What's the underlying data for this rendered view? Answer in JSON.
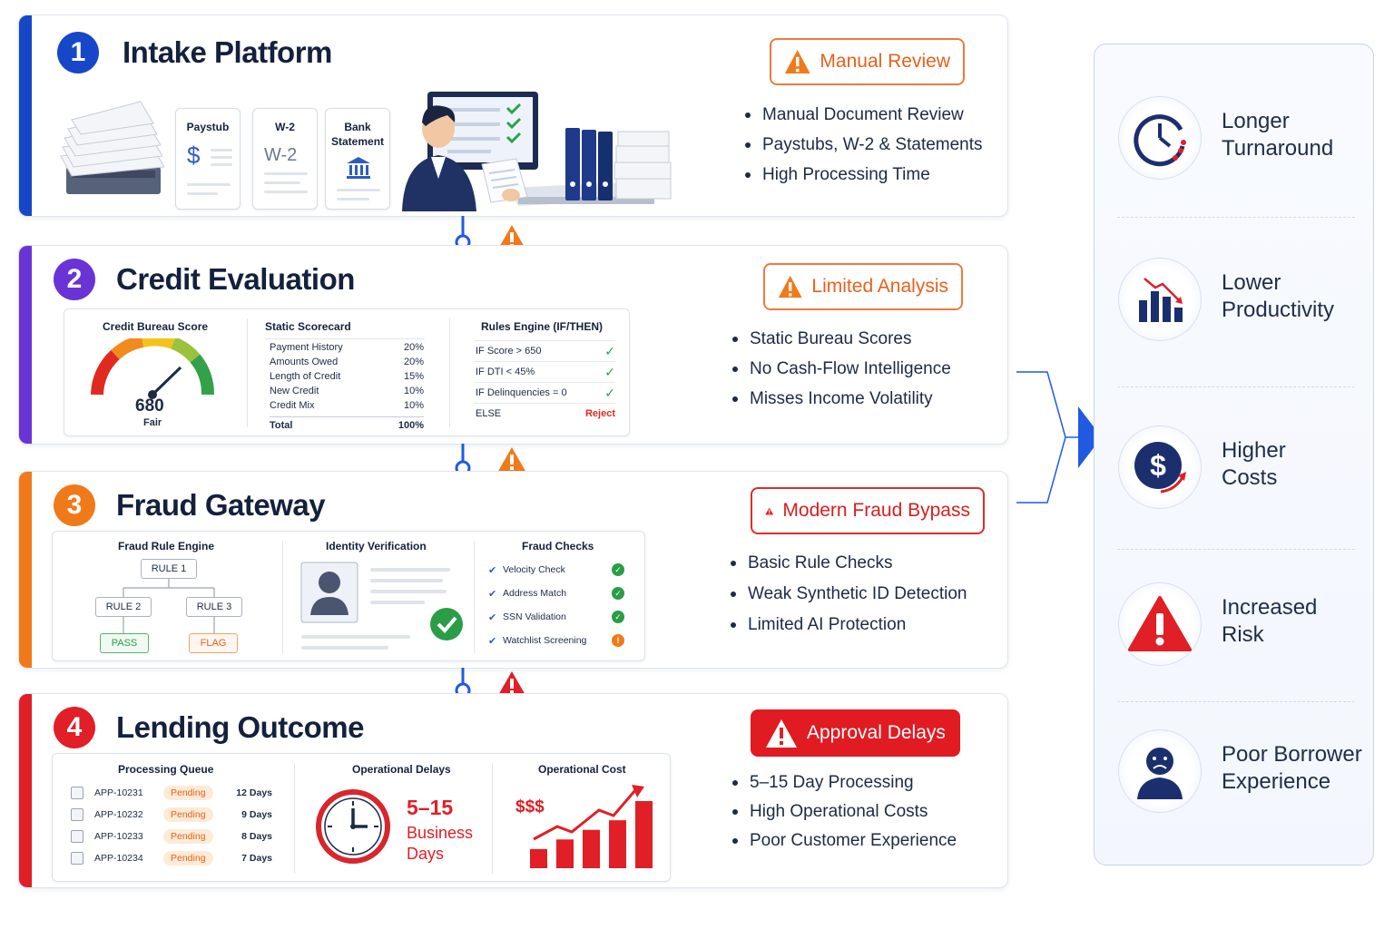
{
  "stages": [
    {
      "number": "1",
      "title": "Intake Platform",
      "color": "#1747c9",
      "badge": "Manual Review",
      "bullets": [
        "Manual Document Review",
        "Paystubs, W-2 & Statements",
        "High Processing Time"
      ],
      "documents": [
        {
          "title": "Paystub",
          "icon": "dollar-icon",
          "glyph": "$"
        },
        {
          "title": "W-2",
          "icon": "w2-text-icon",
          "glyph": "W-2"
        },
        {
          "title": "Bank Statement",
          "icon": "bank-icon",
          "glyph": ""
        }
      ]
    },
    {
      "number": "2",
      "title": "Credit Evaluation",
      "color": "#6a33d6",
      "badge": "Limited Analysis",
      "bullets": [
        "Static Bureau Scores",
        "No Cash-Flow Intelligence",
        "Misses Income Volatility"
      ],
      "bureau": {
        "title": "Credit Bureau Score",
        "score": "680",
        "rating": "Fair"
      },
      "scorecard": {
        "title": "Static Scorecard",
        "rows": [
          {
            "label": "Payment History",
            "value": "20%"
          },
          {
            "label": "Amounts Owed",
            "value": "20%"
          },
          {
            "label": "Length of Credit",
            "value": "15%"
          },
          {
            "label": "New Credit",
            "value": "10%"
          },
          {
            "label": "Credit Mix",
            "value": "10%"
          }
        ],
        "total_label": "Total",
        "total_value": "100%"
      },
      "rules": {
        "title": "Rules Engine (IF/THEN)",
        "rows": [
          {
            "label": "IF Score > 650",
            "result": "✓"
          },
          {
            "label": "IF DTI < 45%",
            "result": "✓"
          },
          {
            "label": "IF Delinquencies = 0",
            "result": "✓"
          },
          {
            "label": "ELSE",
            "result": "Reject"
          }
        ]
      }
    },
    {
      "number": "3",
      "title": "Fraud Gateway",
      "color": "#f07a1a",
      "badge": "Modern Fraud Bypass",
      "bullets": [
        "Basic Rule Checks",
        "Weak Synthetic ID Detection",
        "Limited AI Protection"
      ],
      "rule_engine": {
        "title": "Fraud Rule Engine",
        "root": "RULE 1",
        "left": "RULE 2",
        "right": "RULE 3",
        "pass": "PASS",
        "flag": "FLAG"
      },
      "identity": {
        "title": "Identity Verification"
      },
      "checks": {
        "title": "Fraud Checks",
        "rows": [
          {
            "label": "Velocity Check",
            "status": "ok"
          },
          {
            "label": "Address Match",
            "status": "ok"
          },
          {
            "label": "SSN Validation",
            "status": "ok"
          },
          {
            "label": "Watchlist Screening",
            "status": "alert"
          }
        ]
      }
    },
    {
      "number": "4",
      "title": "Lending Outcome",
      "color": "#e01f26",
      "badge": "Approval Delays",
      "bullets": [
        "5–15 Day Processing",
        "High Operational Costs",
        "Poor Customer Experience"
      ],
      "queue": {
        "title": "Processing Queue",
        "rows": [
          {
            "id": "APP-10231",
            "status": "Pending",
            "days": "12 Days"
          },
          {
            "id": "APP-10232",
            "status": "Pending",
            "days": "9 Days"
          },
          {
            "id": "APP-10233",
            "status": "Pending",
            "days": "8 Days"
          },
          {
            "id": "APP-10234",
            "status": "Pending",
            "days": "7 Days"
          }
        ]
      },
      "delays": {
        "title": "Operational Delays",
        "range": "5–15",
        "unit1": "Business",
        "unit2": "Days"
      },
      "cost": {
        "title": "Operational Cost",
        "label": "$$$",
        "bars": [
          2,
          3,
          4,
          5,
          7
        ]
      }
    }
  ],
  "impacts": [
    {
      "line1": "Longer",
      "line2": "Turnaround",
      "icon": "clock-icon"
    },
    {
      "line1": "Lower",
      "line2": "Productivity",
      "icon": "declining-bars-icon"
    },
    {
      "line1": "Higher",
      "line2": "Costs",
      "icon": "dollar-rising-icon"
    },
    {
      "line1": "Increased",
      "line2": "Risk",
      "icon": "warning-icon"
    },
    {
      "line1": "Poor Borrower",
      "line2": "Experience",
      "icon": "sad-face-icon"
    }
  ]
}
